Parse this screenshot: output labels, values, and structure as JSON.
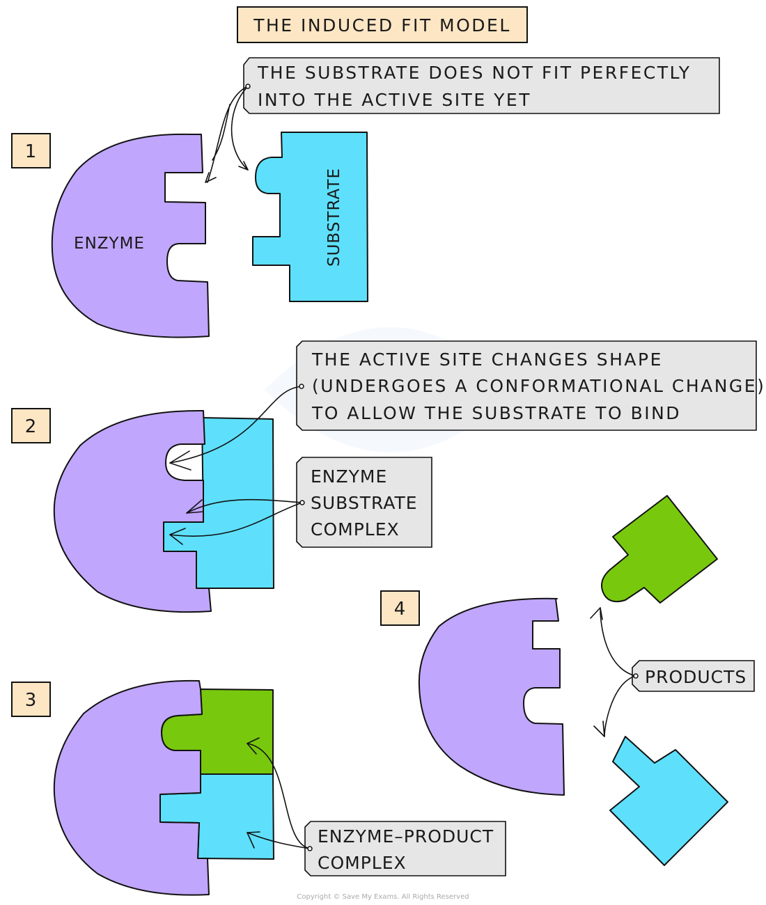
{
  "title": "THE INDUCED FIT MODEL",
  "colors": {
    "enzyme": "#c0a6fc",
    "substrate": "#5ee0fc",
    "product_green": "#78c80e",
    "step_box": "#fde6c4",
    "callout_box": "#e6e6e6",
    "outline": "#111111"
  },
  "steps": [
    {
      "number": "1"
    },
    {
      "number": "2"
    },
    {
      "number": "3"
    },
    {
      "number": "4"
    }
  ],
  "shape_labels": {
    "enzyme": "ENZYME",
    "substrate": "SUBSTRATE"
  },
  "callouts": {
    "step1": [
      "THE SUBSTRATE DOES NOT FIT PERFECTLY",
      "INTO THE ACTIVE SITE YET"
    ],
    "step2_shape": [
      "THE ACTIVE SITE CHANGES SHAPE",
      "(UNDERGOES A CONFORMATIONAL CHANGE)",
      "TO ALLOW THE SUBSTRATE TO BIND"
    ],
    "step2_complex": [
      "ENZYME",
      "SUBSTRATE",
      "COMPLEX"
    ],
    "step3_complex": [
      "ENZYME–PRODUCT",
      "COMPLEX"
    ],
    "step4_products": [
      "PRODUCTS"
    ]
  },
  "copyright": "Copyright © Save My Exams. All Rights Reserved"
}
